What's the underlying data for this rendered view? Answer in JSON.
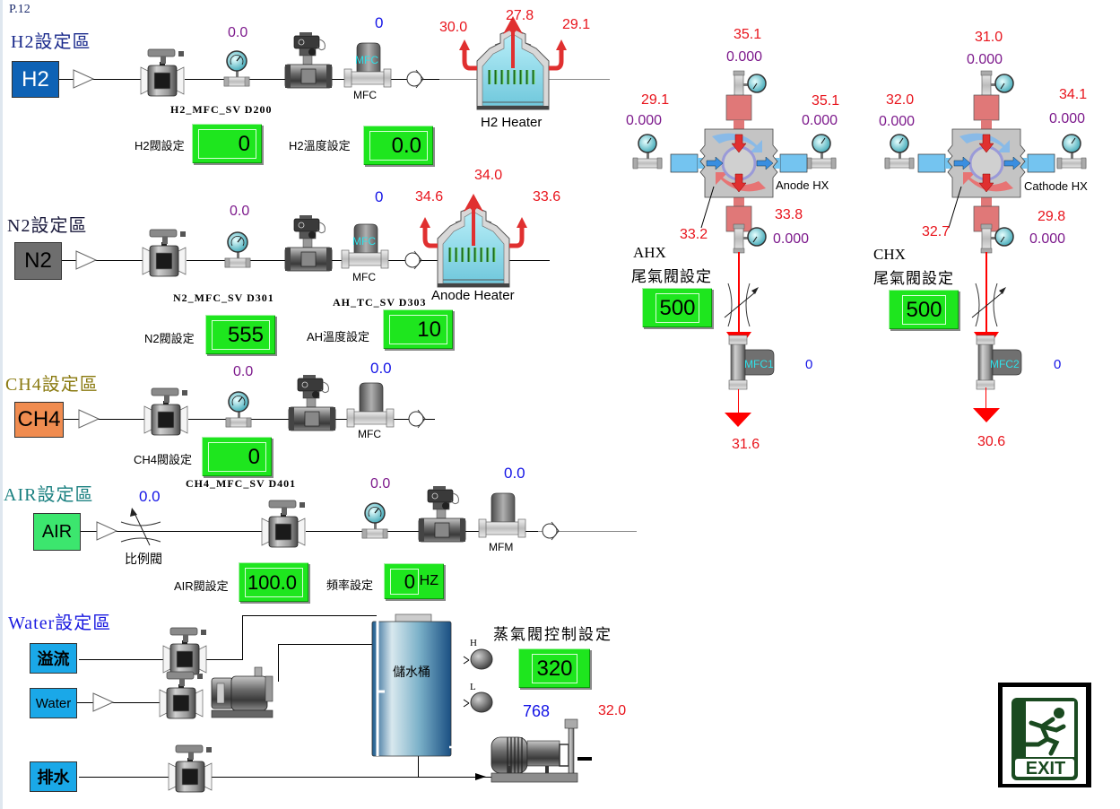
{
  "page_label": "P.12",
  "colors": {
    "set_box_green": "#1ee61e",
    "temp_red": "#e8141c",
    "pressure_purple": "#7d1a8c",
    "flow_blue": "#1414e6",
    "h2_box": "#0e62b5",
    "n2_box": "#6e6e6e",
    "ch4_box": "#f08c50",
    "air_box": "#3ce66e",
    "water_box": "#1aa8e8"
  },
  "h2": {
    "section_title": "H2設定區",
    "source_label": "H2",
    "pressure": "0.0",
    "mfc_flow": "0",
    "mfc_label": "MFC",
    "mfc_icon_text": "MFC",
    "tag": "H2_MFC_SV D200",
    "valve_set_label": "H2閥設定",
    "valve_set_value": "0",
    "temp_set_label": "H2溫度設定",
    "temp_set_value": "0.0",
    "heater_label": "H2 Heater",
    "heater_temp_left": "30.0",
    "heater_temp_top": "27.8",
    "heater_temp_right": "29.1"
  },
  "n2": {
    "section_title": "N2設定區",
    "source_label": "N2",
    "pressure": "0.0",
    "mfc_flow": "0",
    "mfc_label": "MFC",
    "mfc_icon_text": "MFC",
    "tag": "N2_MFC_SV D301",
    "ah_tag": "AH_TC_SV D303",
    "valve_set_label": "N2閥設定",
    "valve_set_value": "555",
    "temp_set_label": "AH溫度設定",
    "temp_set_value": "10",
    "heater_label": "Anode Heater",
    "heater_temp_left": "34.6",
    "heater_temp_top": "34.0",
    "heater_temp_right": "33.6"
  },
  "ch4": {
    "section_title": "CH4設定區",
    "source_label": "CH4",
    "pressure": "0.0",
    "mfc_flow": "0.0",
    "mfc_label": "MFC",
    "tag": "CH4_MFC_SV D401",
    "valve_set_label": "CH4閥設定",
    "valve_set_value": "0"
  },
  "air": {
    "section_title": "AIR設定區",
    "source_label": "AIR",
    "proportional_value": "0.0",
    "proportional_label": "比例閥",
    "pressure": "0.0",
    "mfm_flow": "0.0",
    "mfm_label": "MFM",
    "valve_set_label": "AIR閥設定",
    "valve_set_value": "100.0",
    "freq_set_label": "頻率設定",
    "freq_set_value": "0",
    "freq_unit": "HZ"
  },
  "water": {
    "section_title": "Water設定區",
    "overflow_label": "溢流",
    "water_label": "Water",
    "drain_label": "排水",
    "tank_label": "儲水桶",
    "level_high": "H",
    "level_low": "L",
    "steam_set_label": "蒸氣閥控制設定",
    "steam_set_value": "320",
    "pump_speed": "768",
    "pump_temp": "32.0"
  },
  "ahx": {
    "title": "AHX",
    "subtitle": "尾氣閥設定",
    "hx_label": "Anode HX",
    "top_temp": "35.1",
    "top_pressure": "0.000",
    "left_temp": "29.1",
    "left_pressure": "0.000",
    "right_temp": "35.1",
    "right_pressure": "0.000",
    "bottom_temp": "33.8",
    "bottom_pressure": "0.000",
    "body_temp": "33.2",
    "tail_set_value": "500",
    "mfc_icon_text": "MFC1",
    "mfc_flow": "0",
    "outlet_temp": "31.6"
  },
  "chx": {
    "title": "CHX",
    "subtitle": "尾氣閥設定",
    "hx_label": "Cathode HX",
    "top_temp": "31.0",
    "top_pressure": "0.000",
    "left_temp": "32.0",
    "left_pressure": "0.000",
    "right_temp": "34.1",
    "right_pressure": "0.000",
    "bottom_temp": "29.8",
    "bottom_pressure": "0.000",
    "body_temp": "32.7",
    "tail_set_value": "500",
    "mfc_icon_text": "MFC2",
    "mfc_flow": "0",
    "outlet_temp": "30.6"
  },
  "exit": {
    "label": "EXIT",
    "icon": "exit-running-man-icon"
  }
}
